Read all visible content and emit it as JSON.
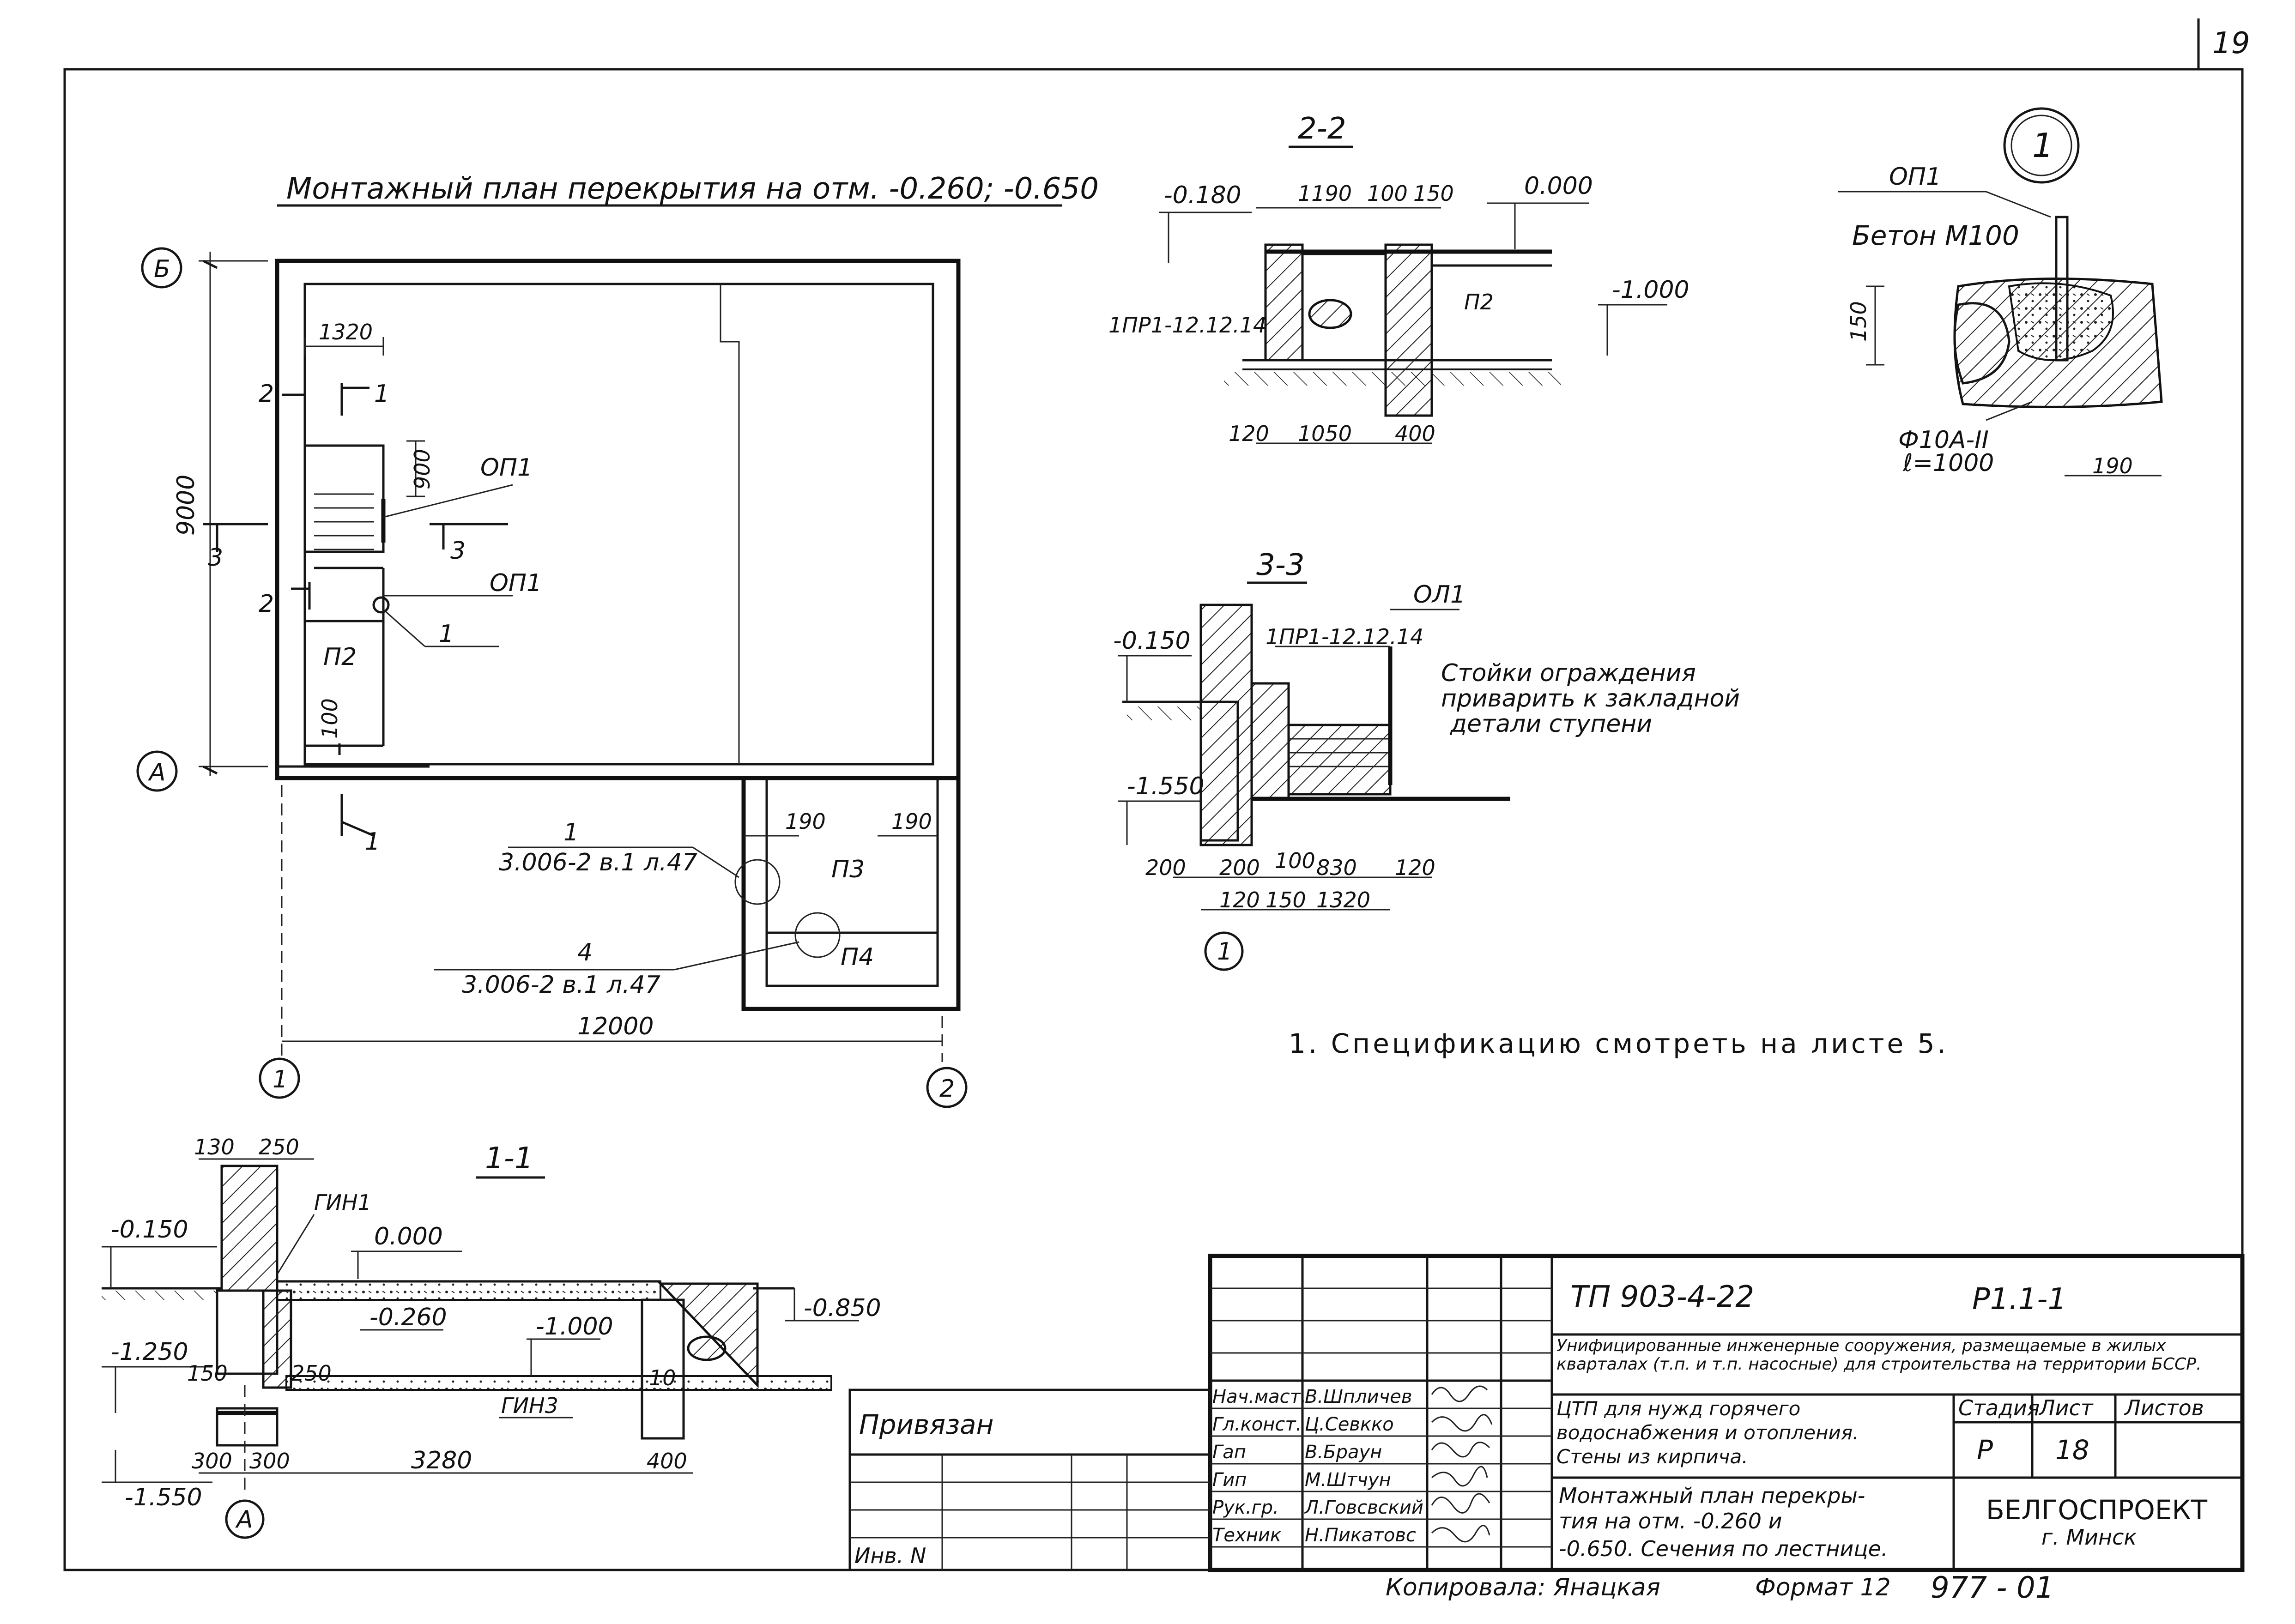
{
  "sheet": {
    "corner_number": "19",
    "plan_title": "Монтажный план перекрытия на отм. -0.260; -0.650",
    "note": "1. Спецификацию смотреть на листе 5.",
    "copied_by": "Копировала: Янацкая",
    "format": "Формат 12",
    "stamp_number": "977 - 01"
  },
  "plan": {
    "axis_b": "Б",
    "axis_a": "А",
    "axis_1": "1",
    "axis_2": "2",
    "dim_total_height": "9000",
    "dim_total_width": "12000",
    "dim_1320": "1320",
    "dim_900": "900",
    "dim_100": "100",
    "dim_190_left": "190",
    "dim_190_right": "190",
    "mark_p2": "П2",
    "mark_p3": "П3",
    "mark_p4": "П4",
    "mark_op1_a": "ОП1",
    "mark_op1_b": "ОП1",
    "callout_1": "1",
    "cut_2_top": "2",
    "cut_1_top": "1",
    "cut_3_left": "3",
    "cut_3_right": "3",
    "cut_2_mid": "2",
    "cut_1_bottom": "1",
    "ref_1_num": "1",
    "ref_1_text": "3.006-2 в.1 л.47",
    "ref_4_num": "4",
    "ref_4_text": "3.006-2 в.1 л.47"
  },
  "section_2_2": {
    "title": "2-2",
    "lvl_top_left": "-0.180",
    "lvl_top_right": "0.000",
    "lvl_right": "-1.000",
    "dim_1190": "1190",
    "dim_100": "100",
    "dim_150": "150",
    "dim_120": "120",
    "dim_1050": "1050",
    "dim_400": "400",
    "mark_1pr1": "1ПР1-12.12.14",
    "mark_p2": "П2"
  },
  "section_3_3": {
    "title": "3-3",
    "lvl_top": "-0.150",
    "lvl_bottom": "-1.550",
    "mark_1pr1": "1ПР1-12.12.14",
    "mark_ol1": "ОЛ1",
    "note_line1": "Стойки ограждения",
    "note_line2": "приварить к закладной",
    "note_line3": "детали ступени",
    "dim_200a": "200",
    "dim_200b": "200",
    "dim_100": "100",
    "dim_830": "830",
    "dim_120a": "120",
    "dim_120b": "120",
    "dim_150": "150",
    "dim_1320": "1320",
    "callout": "1"
  },
  "node_1": {
    "circle_label": "1",
    "mark_op1": "ОП1",
    "concrete": "Бетон М100",
    "dim_150": "150",
    "rebar_line1": "Ф10А-II",
    "rebar_line2": "ℓ=1000",
    "dim_190": "190"
  },
  "section_1_1": {
    "title": "1-1",
    "dim_130": "130",
    "dim_250_top": "250",
    "mark_gin1": "ГИН1",
    "lvl_0": "0.000",
    "lvl_m0150": "-0.150",
    "lvl_m0260": "-0.260",
    "lvl_m1000": "-1.000",
    "lvl_m0850": "-0.850",
    "lvl_m1250": "-1.250",
    "dim_150": "150",
    "dim_250": "250",
    "dim_10": "10",
    "mark_gin3": "ГИН3",
    "lvl_m1550": "-1.550",
    "dim_300a": "300",
    "dim_300b": "300",
    "dim_3280": "3280",
    "dim_400": "400",
    "axis_a": "А"
  },
  "title_block": {
    "project_code": "ТП 903-4-22",
    "sheet_code": "Р1.1-1",
    "description": "Унифицированные инженерные сооружения, размещаемые в жилых кварталах (т.п. и т.п. насосные) для строительства на территории БССР.",
    "structure_line1": "ЦТП для нужд горячего водоснабжения и отопления.",
    "structure_line2": "Стены из кирпича.",
    "sheet_title_line1": "Монтажный план перекры-",
    "sheet_title_line2": "тия на отм. -0.260 и",
    "sheet_title_line3": "-0.650. Сечения по лестнице.",
    "col_stage": "Стадия",
    "col_sheet": "Лист",
    "col_sheets": "Листов",
    "stage_value": "Р",
    "sheet_value": "18",
    "org_name": "БЕЛГОСПРОЕКТ",
    "org_city": "г. Минск",
    "privyazan": "Привязан",
    "inv_no": "Инв. N",
    "roles": [
      {
        "role": "Нач.маст.",
        "name": "В.Шпличев"
      },
      {
        "role": "Гл.конст.",
        "name": "Ц.Севкко"
      },
      {
        "role": "Гап",
        "name": "В.Браун"
      },
      {
        "role": "Гип",
        "name": "М.Штчун"
      },
      {
        "role": "Рук.гр.",
        "name": "Л.Говсвский"
      },
      {
        "role": "Техник",
        "name": "Н.Пикатовс"
      }
    ]
  }
}
